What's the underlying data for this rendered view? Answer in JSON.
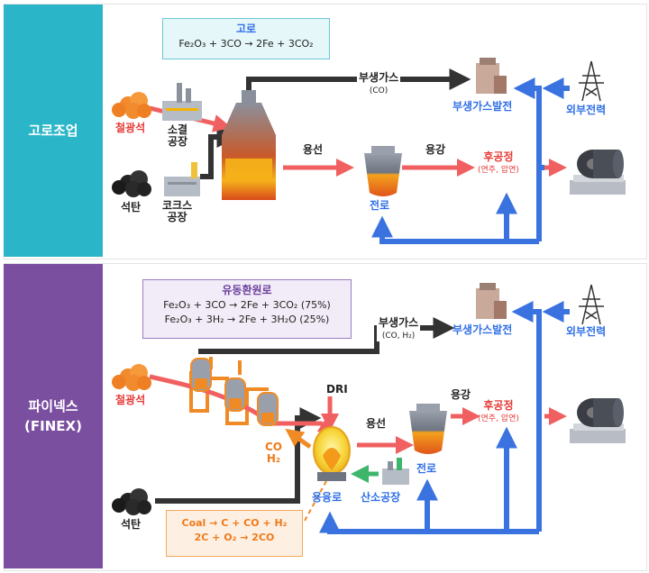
{
  "top": {
    "section_label": "고로조업",
    "equation_title": "고로",
    "equation": "Fe₂O₃ + 3CO → 2Fe + 3CO₂",
    "iron_ore": "철광석",
    "sinter_plant_l1": "소결",
    "sinter_plant_l2": "공장",
    "coal": "석탄",
    "coke_plant_l1": "코크스",
    "coke_plant_l2": "공장",
    "byproduct_gas": "부생가스",
    "byproduct_gas_sub": "(CO)",
    "molten_iron": "용선",
    "converter": "전로",
    "crude_steel": "용강",
    "post_process": "후공정",
    "post_process_sub": "(연주, 압연)",
    "gas_power": "부생가스발전",
    "external_power": "외부전력"
  },
  "bottom": {
    "section_label_l1": "파이넥스",
    "section_label_l2": "(FINEX)",
    "equation_title": "유동환원로",
    "equation_1": "Fe₂O₃ + 3CO → 2Fe + 3CO₂ (75%)",
    "equation_2": "Fe₂O₃ + 3H₂ → 2Fe + 3H₂O (25%)",
    "iron_ore": "철광석",
    "coal": "석탄",
    "byproduct_gas": "부생가스",
    "byproduct_gas_sub": "(CO, H₂)",
    "dri": "DRI",
    "co_h2_l1": "CO",
    "co_h2_l2": "H₂",
    "molten_iron": "용선",
    "crude_steel": "용강",
    "converter": "전로",
    "melter_gasifier": "용융로",
    "oxygen_plant": "산소공장",
    "post_process": "후공정",
    "post_process_sub": "(연주, 압연)",
    "gas_power": "부생가스발전",
    "external_power": "외부전력",
    "coal_eq_1": "Coal → C + CO + H₂",
    "coal_eq_2": "2C + O₂ → 2CO"
  },
  "colors": {
    "top_band": "#2bb5c8",
    "bottom_band": "#7b4fa0",
    "flow_red": "#f06060",
    "flow_dark": "#333333",
    "flow_blue": "#3a73e0",
    "flow_orange": "#f08a24",
    "flow_green": "#3db56b"
  }
}
